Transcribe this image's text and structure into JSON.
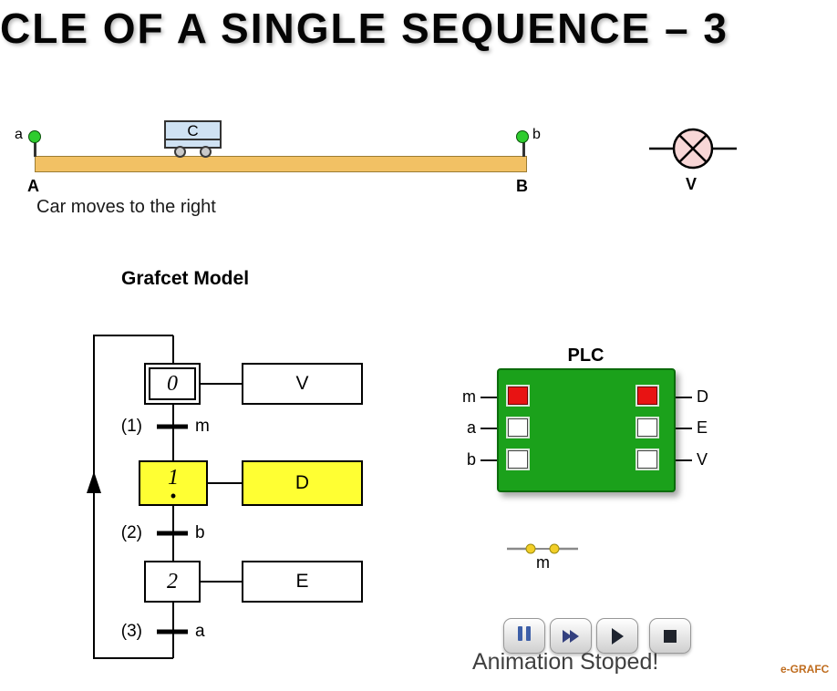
{
  "title": "CLE OF A SINGLE SEQUENCE – 3",
  "scene": {
    "sensor_a_label": "a",
    "sensor_b_label": "b",
    "endpoint_a": "A",
    "endpoint_b": "B",
    "car_label": "C",
    "caption": "Car moves to the right",
    "lamp_label": "V"
  },
  "grafcet": {
    "heading": "Grafcet Model",
    "steps": [
      {
        "id": "0",
        "action": "V",
        "active": false
      },
      {
        "id": "1",
        "action": "D",
        "active": true,
        "token": "•"
      },
      {
        "id": "2",
        "action": "E",
        "active": false
      }
    ],
    "transitions": [
      {
        "num": "(1)",
        "cond": "m"
      },
      {
        "num": "(2)",
        "cond": "b"
      },
      {
        "num": "(3)",
        "cond": "a"
      }
    ]
  },
  "plc": {
    "title": "PLC",
    "inputs": [
      {
        "label": "m",
        "state": "on"
      },
      {
        "label": "a",
        "state": "off"
      },
      {
        "label": "b",
        "state": "off"
      }
    ],
    "outputs": [
      {
        "label": "D",
        "state": "on"
      },
      {
        "label": "E",
        "state": "off"
      },
      {
        "label": "V",
        "state": "off"
      }
    ]
  },
  "switch": {
    "label": "m"
  },
  "controls": [
    {
      "name": "pause"
    },
    {
      "name": "fast-forward"
    },
    {
      "name": "play"
    },
    {
      "name": "stop"
    }
  ],
  "status": "Animation Stoped!",
  "brand": "e-GRAFC",
  "colors": {
    "active_step": "#FFFF33",
    "led_on": "#E81313",
    "led_off": "#FFFFFF",
    "plc_board": "#1BA11B",
    "track": "#F2C164",
    "sensor": "#2ECC2E",
    "lamp_fill": "#F8D7D7",
    "car": "#CFE2F3",
    "brand_text": "#BF6C1E"
  }
}
